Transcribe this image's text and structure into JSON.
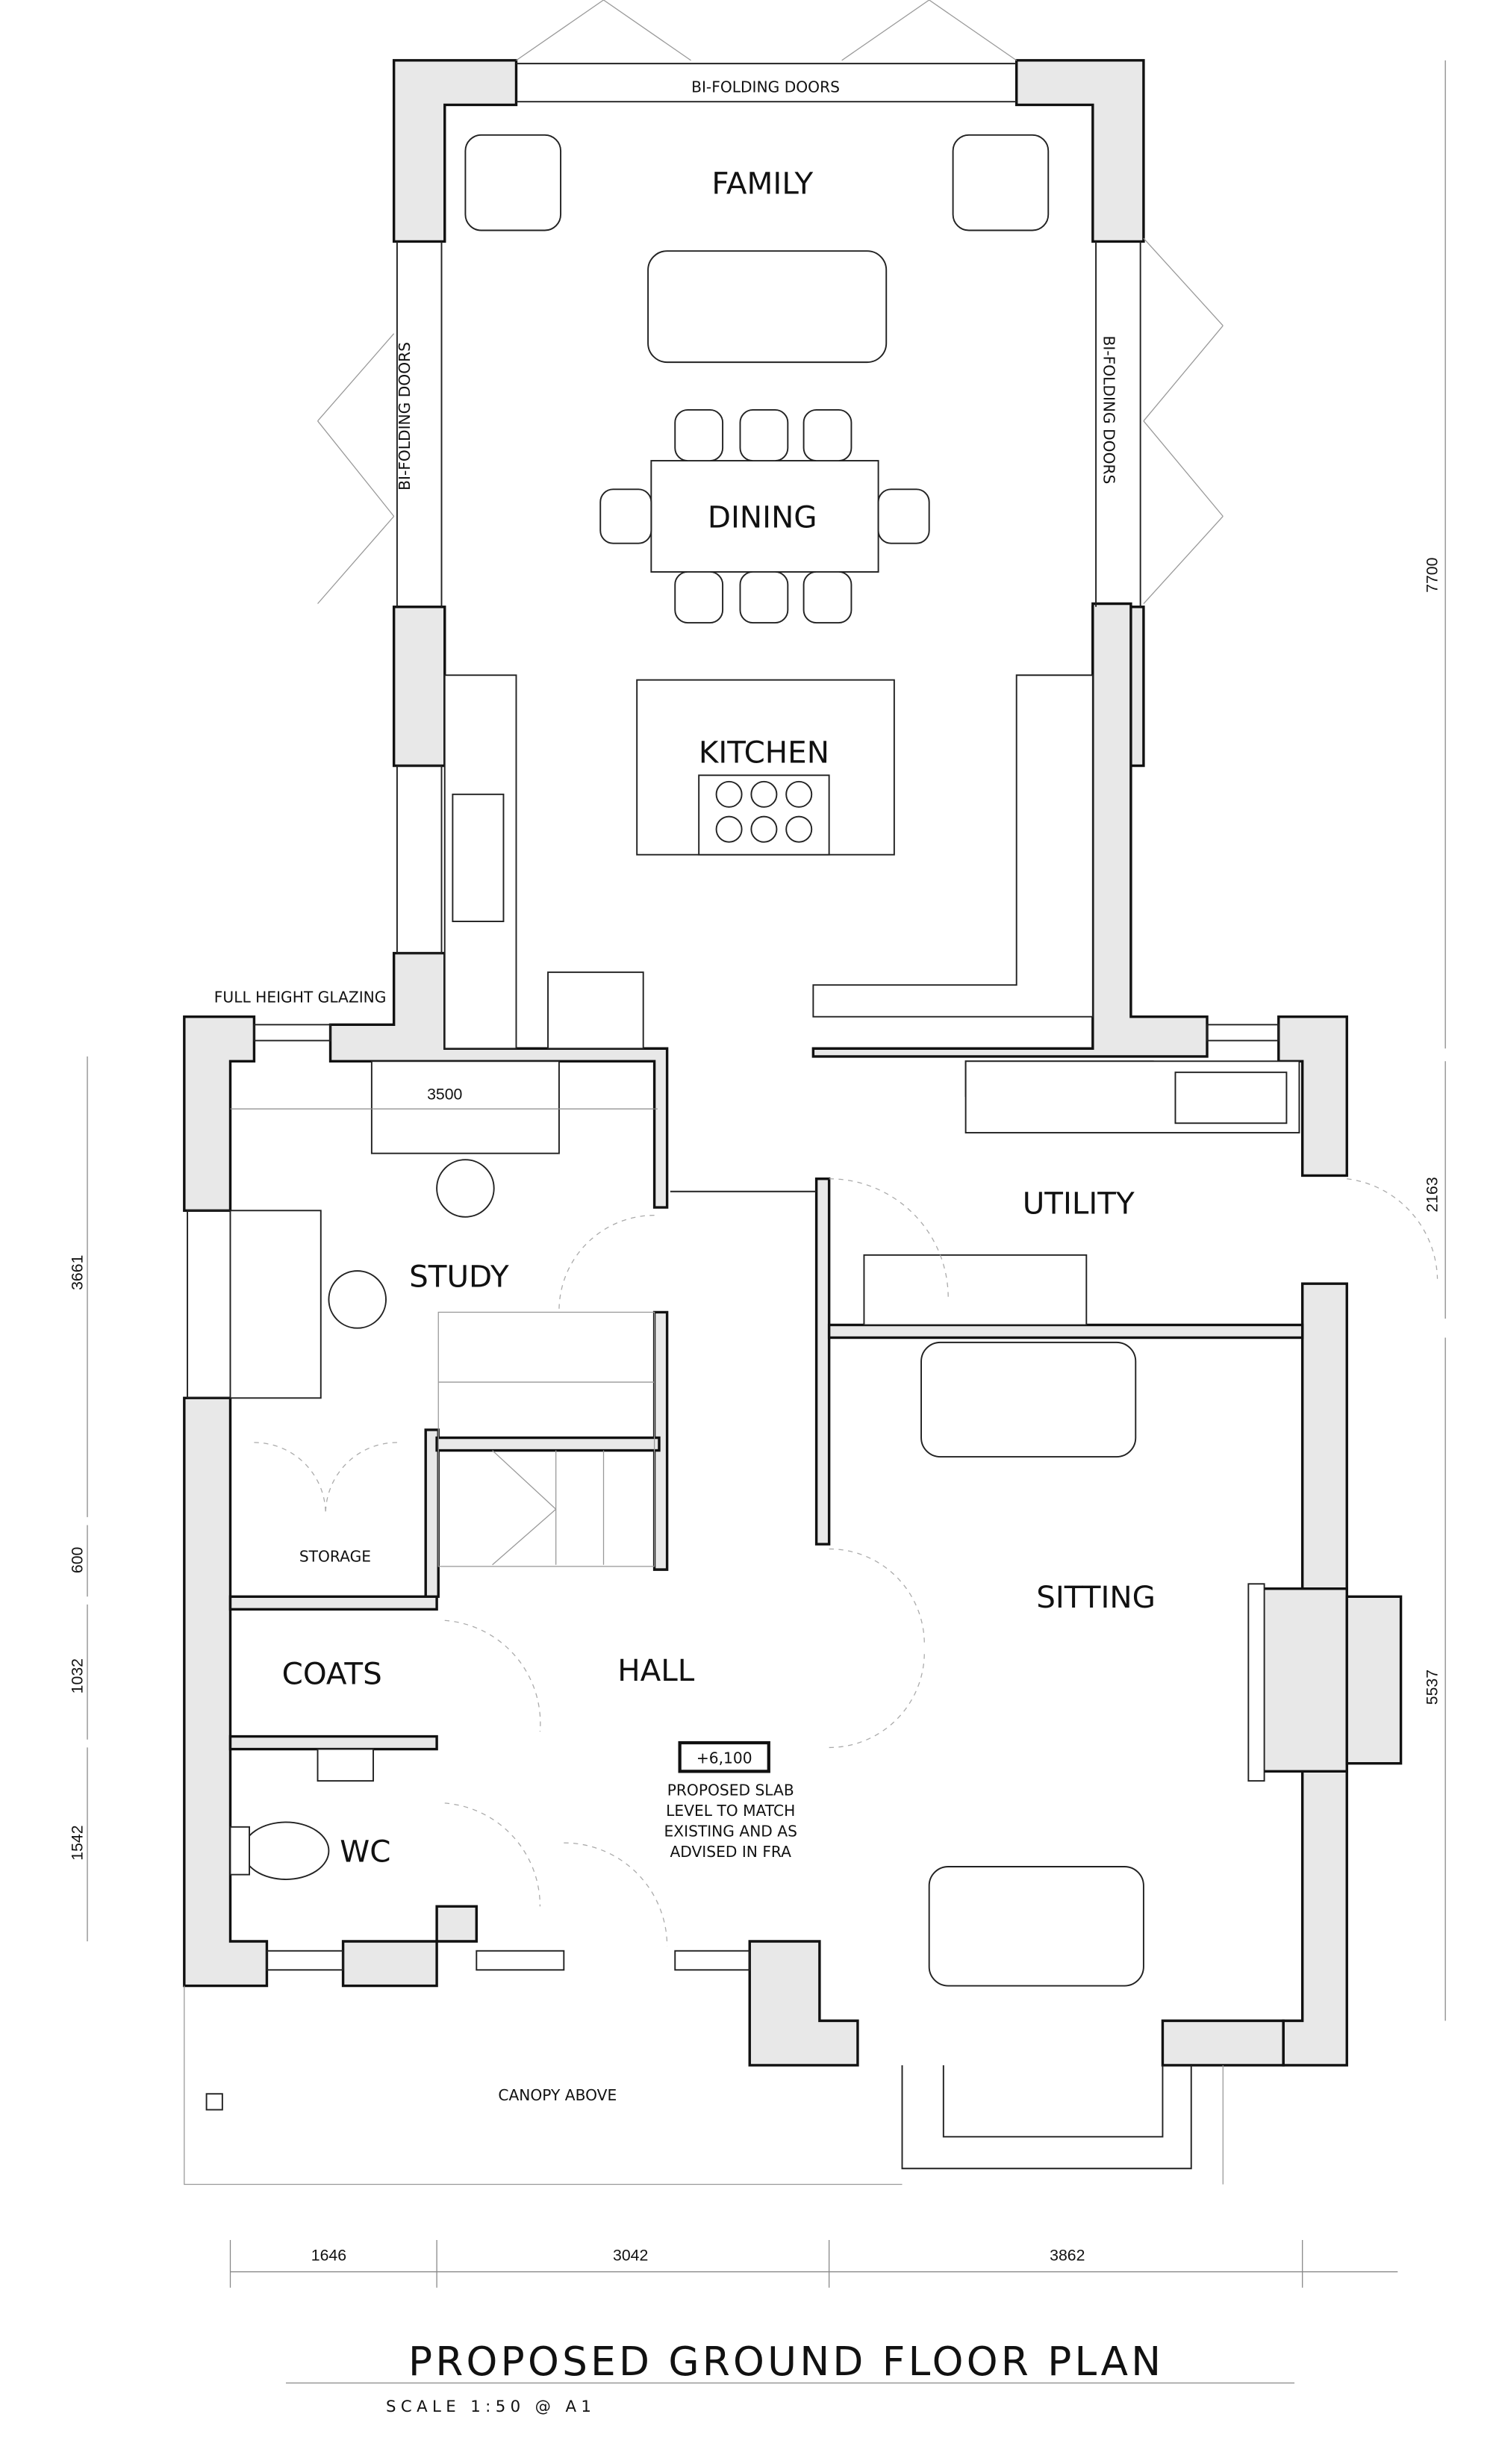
{
  "title": "PROPOSED GROUND FLOOR PLAN",
  "scale": "SCALE 1:50 @ A1",
  "rooms": {
    "family": "FAMILY",
    "dining": "DINING",
    "kitchen": "KITCHEN",
    "study": "STUDY",
    "storage": "STORAGE",
    "coats": "COATS",
    "hall": "HALL",
    "wc": "WC",
    "utility": "UTILITY",
    "sitting": "SITTING"
  },
  "labels": {
    "bifold_top": "BI-FOLDING DOORS",
    "bifold_left": "BI-FOLDING DOORS",
    "bifold_right": "BI-FOLDING DOORS",
    "full_height_glazing": "FULL HEIGHT GLAZING",
    "canopy": "CANOPY ABOVE"
  },
  "level_note": {
    "level": "+6,100",
    "lines": [
      "PROPOSED SLAB",
      "LEVEL TO MATCH",
      "EXISTING AND AS",
      "ADVISED IN FRA"
    ]
  },
  "dimensions": {
    "study_desk": "3500",
    "right_extension": "7700",
    "right_utility": "2163",
    "right_sitting": "5537",
    "left_study": "3661",
    "left_storage": "600",
    "left_coats": "1032",
    "left_wc": "1542",
    "bottom_left": "1646",
    "bottom_middle": "3042",
    "bottom_right": "3862"
  }
}
